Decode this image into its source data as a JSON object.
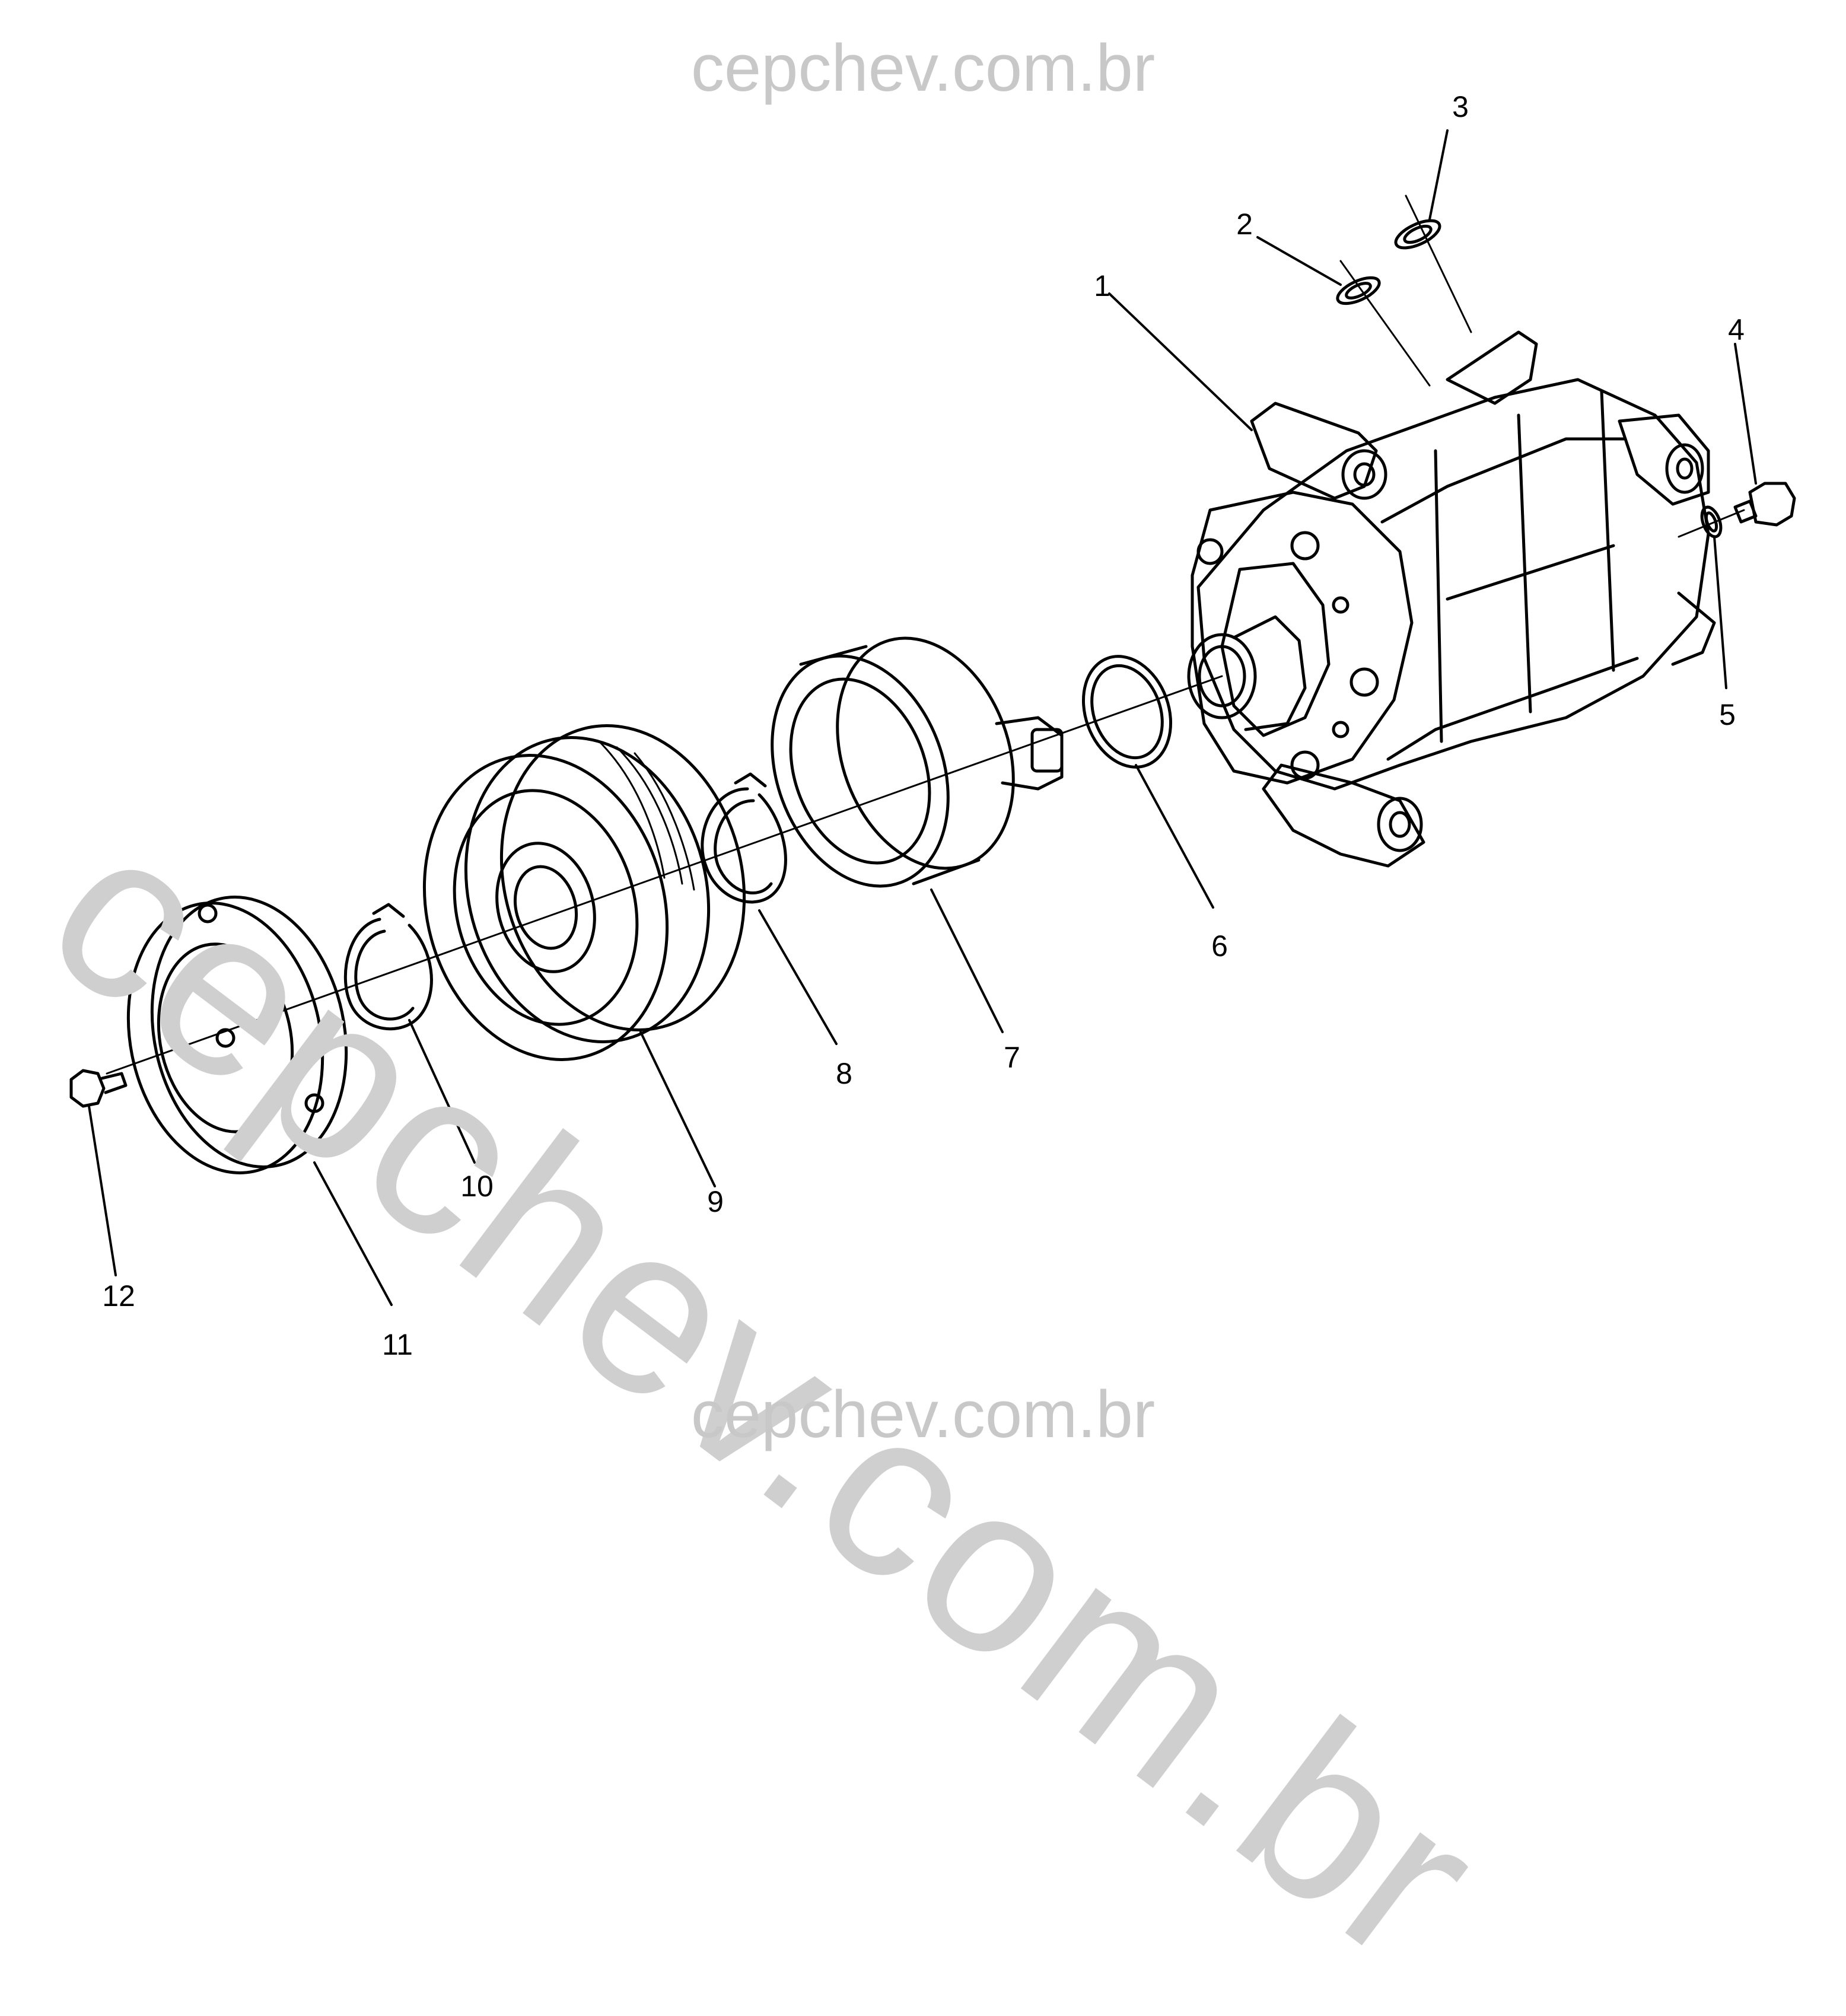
{
  "watermark": {
    "top": "cepchev.com.br",
    "bottom": "cepchev.com.br",
    "diagonal": "cepchev.com.br"
  },
  "callouts": {
    "c1": "1",
    "c2": "2",
    "c3": "3",
    "c4": "4",
    "c5": "5",
    "c6": "6",
    "c7": "7",
    "c8": "8",
    "c9": "9",
    "c10": "10",
    "c11": "11",
    "c12": "12"
  }
}
